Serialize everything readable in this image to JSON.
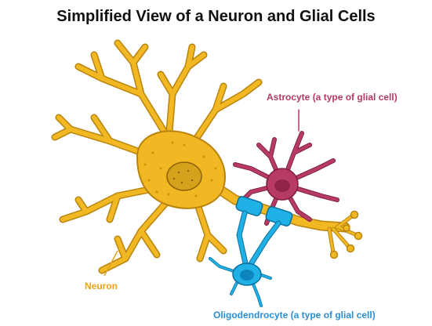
{
  "title": "Simplified View of a Neuron and Glial Cells",
  "labels": {
    "astrocyte": "Astrocyte (a type of glial cell)",
    "neuron": "Neuron",
    "oligodendrocyte": "Oligodendrocyte (a type of glial cell)"
  },
  "colors": {
    "neuron": "#f2b824",
    "neuron_outline": "#b8840c",
    "astrocyte": "#b83b63",
    "astrocyte_outline": "#7d1f3f",
    "oligodendrocyte": "#1fb1e6",
    "oligodendrocyte_outline": "#0b6f9d",
    "neuron_label": "#e4a51c",
    "astrocyte_label": "#b23a63",
    "oligodendrocyte_label": "#2a8fd6"
  }
}
